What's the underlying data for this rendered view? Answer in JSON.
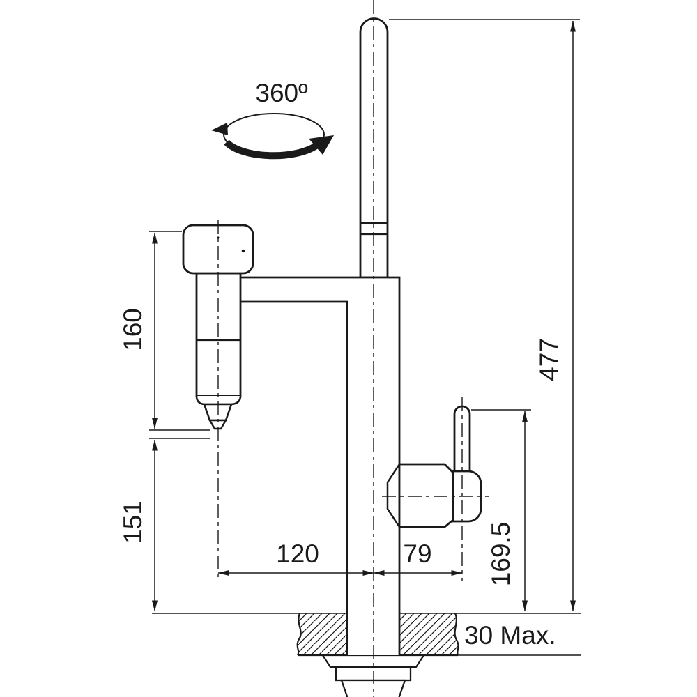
{
  "labels": {
    "rotation_angle": "360º",
    "filter_unit_height": "160",
    "lower_clearance": "151",
    "spout_left_offset": "120",
    "handle_right_offset": "79",
    "handle_height": "169.5",
    "total_height": "477",
    "max_counter_thickness": "30 Max."
  },
  "colors": {
    "ink": "#1a1a1a",
    "background": "#ffffff"
  }
}
